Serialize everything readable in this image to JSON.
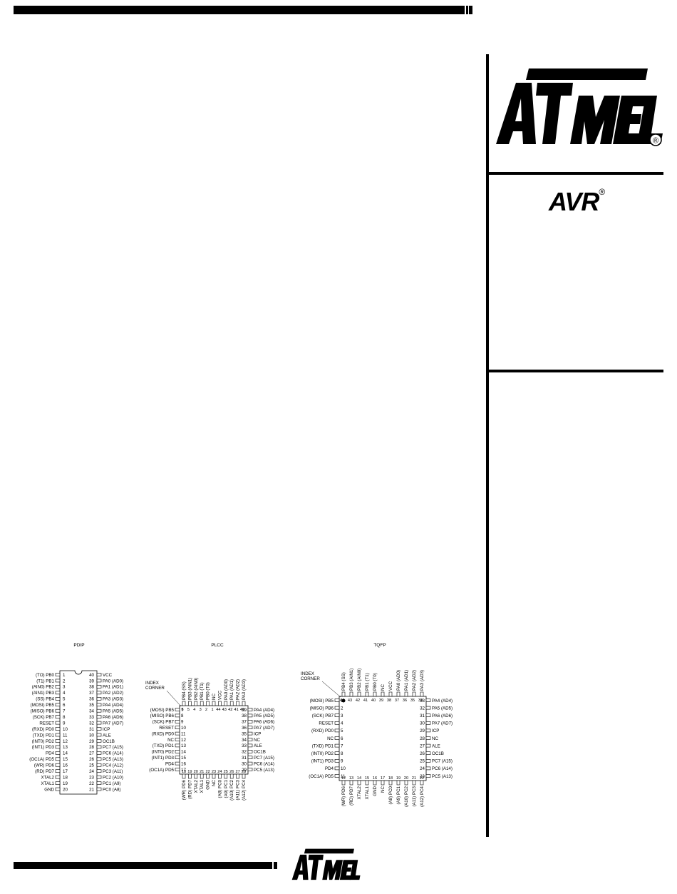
{
  "brand": {
    "logo": "ATMEL",
    "registered": "®",
    "product_logo": "AVR",
    "product_registered": "®"
  },
  "packages": {
    "pdip": {
      "title": "PDIP",
      "left_pins": [
        {
          "num": "1",
          "name": "(TO) PB0"
        },
        {
          "num": "2",
          "name": "(T1) PB1"
        },
        {
          "num": "3",
          "name": "(AIN0) PB2"
        },
        {
          "num": "4",
          "name": "(AIN1) PB3"
        },
        {
          "num": "5",
          "name": "(SS) PB4"
        },
        {
          "num": "6",
          "name": "(MOSI) PB5"
        },
        {
          "num": "7",
          "name": "(MISO) PB6"
        },
        {
          "num": "8",
          "name": "(SCK) PB7"
        },
        {
          "num": "9",
          "name": "RESET"
        },
        {
          "num": "10",
          "name": "(RXD) PD0"
        },
        {
          "num": "11",
          "name": "(TXD) PD1"
        },
        {
          "num": "12",
          "name": "(INT0) PD2"
        },
        {
          "num": "13",
          "name": "(INT1) PD3"
        },
        {
          "num": "14",
          "name": "PD4"
        },
        {
          "num": "15",
          "name": "(OC1A) PD5"
        },
        {
          "num": "16",
          "name": "(WR) PD6"
        },
        {
          "num": "17",
          "name": "(RD) PD7"
        },
        {
          "num": "18",
          "name": "XTAL2"
        },
        {
          "num": "19",
          "name": "XTAL1"
        },
        {
          "num": "20",
          "name": "GND"
        }
      ],
      "right_pins": [
        {
          "num": "40",
          "name": "VCC"
        },
        {
          "num": "39",
          "name": "PA0 (AD0)"
        },
        {
          "num": "38",
          "name": "PA1 (AD1)"
        },
        {
          "num": "37",
          "name": "PA2 (AD2)"
        },
        {
          "num": "36",
          "name": "PA3 (AD3)"
        },
        {
          "num": "35",
          "name": "PA4 (AD4)"
        },
        {
          "num": "34",
          "name": "PA5 (AD5)"
        },
        {
          "num": "33",
          "name": "PA6 (AD6)"
        },
        {
          "num": "32",
          "name": "PA7 (AD7)"
        },
        {
          "num": "31",
          "name": "ICP"
        },
        {
          "num": "30",
          "name": "ALE"
        },
        {
          "num": "29",
          "name": "OC1B"
        },
        {
          "num": "28",
          "name": "PC7 (A15)"
        },
        {
          "num": "27",
          "name": "PC6 (A14)"
        },
        {
          "num": "26",
          "name": "PC5 (A13)"
        },
        {
          "num": "25",
          "name": "PC4 (A12)"
        },
        {
          "num": "24",
          "name": "PC3 (A11)"
        },
        {
          "num": "23",
          "name": "PC2 (A10)"
        },
        {
          "num": "22",
          "name": "PC1 (A9)"
        },
        {
          "num": "21",
          "name": "PC0 (A8)"
        }
      ]
    },
    "plcc": {
      "title": "PLCC",
      "index_label_1": "INDEX",
      "index_label_2": "CORNER",
      "left_pins": [
        {
          "num": "7",
          "name": "(MOSI) PB5"
        },
        {
          "num": "8",
          "name": "(MISO) PB6"
        },
        {
          "num": "9",
          "name": "(SCK) PB7"
        },
        {
          "num": "10",
          "name": "RESET"
        },
        {
          "num": "11",
          "name": "(RXD) PD0"
        },
        {
          "num": "12",
          "name": "NC"
        },
        {
          "num": "13",
          "name": "(TXD) PD1"
        },
        {
          "num": "14",
          "name": "(INT0) PD2"
        },
        {
          "num": "15",
          "name": "(INT1) PD3"
        },
        {
          "num": "16",
          "name": "PD4"
        },
        {
          "num": "17",
          "name": "(OC1A) PD5"
        }
      ],
      "right_pins": [
        {
          "num": "39",
          "name": "PA4 (AD4)"
        },
        {
          "num": "38",
          "name": "PA5 (AD5)"
        },
        {
          "num": "37",
          "name": "PA6 (AD6)"
        },
        {
          "num": "36",
          "name": "PA7 (AD7)"
        },
        {
          "num": "35",
          "name": "ICP"
        },
        {
          "num": "34",
          "name": "NC"
        },
        {
          "num": "33",
          "name": "ALE"
        },
        {
          "num": "32",
          "name": "OC1B"
        },
        {
          "num": "31",
          "name": "PC7 (A15)"
        },
        {
          "num": "30",
          "name": "PC6 (A14)"
        },
        {
          "num": "29",
          "name": "PC5 (A13)"
        }
      ],
      "top_pins": [
        {
          "num": "6",
          "name": "PB4 (SS)"
        },
        {
          "num": "5",
          "name": "PB3 (AIN1)"
        },
        {
          "num": "4",
          "name": "PB2 (AIN0)"
        },
        {
          "num": "3",
          "name": "PB1 (T1)"
        },
        {
          "num": "2",
          "name": "PB0 (T0)"
        },
        {
          "num": "1",
          "name": "NC"
        },
        {
          "num": "44",
          "name": "VCC"
        },
        {
          "num": "43",
          "name": "PA0 (AD0)"
        },
        {
          "num": "42",
          "name": "PA1 (AD1)"
        },
        {
          "num": "41",
          "name": "PA2 (AD2)"
        },
        {
          "num": "40",
          "name": "PA3 (AD3)"
        }
      ],
      "bottom_pins": [
        {
          "num": "18",
          "name": "(WR) PD6"
        },
        {
          "num": "19",
          "name": "(RD) PD7"
        },
        {
          "num": "20",
          "name": "XTAL2"
        },
        {
          "num": "21",
          "name": "XTAL1"
        },
        {
          "num": "22",
          "name": "GND"
        },
        {
          "num": "23",
          "name": "NC"
        },
        {
          "num": "24",
          "name": "(A8) PC0"
        },
        {
          "num": "25",
          "name": "(A9) PC1"
        },
        {
          "num": "26",
          "name": "(A10) PC2"
        },
        {
          "num": "27",
          "name": "(A11) PC3"
        },
        {
          "num": "28",
          "name": "(A12) PC4"
        }
      ]
    },
    "tqfp": {
      "title": "TQFP",
      "index_label_1": "INDEX",
      "index_label_2": "CORNER",
      "left_pins": [
        {
          "num": "1",
          "name": "(MOSI) PB5"
        },
        {
          "num": "2",
          "name": "(MISO) PB6"
        },
        {
          "num": "3",
          "name": "(SCK) PB7"
        },
        {
          "num": "4",
          "name": "RESET"
        },
        {
          "num": "5",
          "name": "(RXD) PD0"
        },
        {
          "num": "6",
          "name": "NC"
        },
        {
          "num": "7",
          "name": "(TXD) PD1"
        },
        {
          "num": "8",
          "name": "(INT0) PD2"
        },
        {
          "num": "9",
          "name": "(INT1) PD3"
        },
        {
          "num": "10",
          "name": "PD4"
        },
        {
          "num": "11",
          "name": "(OC1A) PD5"
        }
      ],
      "right_pins": [
        {
          "num": "33",
          "name": "PA4 (AD4)"
        },
        {
          "num": "32",
          "name": "PA5 (AD5)"
        },
        {
          "num": "31",
          "name": "PA6 (AD6)"
        },
        {
          "num": "30",
          "name": "PA7 (AD7)"
        },
        {
          "num": "29",
          "name": "ICP"
        },
        {
          "num": "28",
          "name": "NC"
        },
        {
          "num": "27",
          "name": "ALE"
        },
        {
          "num": "26",
          "name": "OC1B"
        },
        {
          "num": "25",
          "name": "PC7 (A15)"
        },
        {
          "num": "24",
          "name": "PC6 (A14)"
        },
        {
          "num": "23",
          "name": "PC5 (A13)"
        }
      ],
      "top_pins": [
        {
          "num": "44",
          "name": "PB4 (SS)"
        },
        {
          "num": "43",
          "name": "PB3 (AIN1)"
        },
        {
          "num": "42",
          "name": "PB2 (AIN0)"
        },
        {
          "num": "41",
          "name": "PB1 (T1)"
        },
        {
          "num": "40",
          "name": "PB0 (T0)"
        },
        {
          "num": "39",
          "name": "NC"
        },
        {
          "num": "38",
          "name": "VCC"
        },
        {
          "num": "37",
          "name": "PA0 (AD0)"
        },
        {
          "num": "36",
          "name": "PA1 (AD1)"
        },
        {
          "num": "35",
          "name": "PA2 (AD2)"
        },
        {
          "num": "34",
          "name": "PA3 (AD3)"
        }
      ],
      "bottom_pins": [
        {
          "num": "12",
          "name": "(WR) PD6"
        },
        {
          "num": "13",
          "name": "(RD) PD7"
        },
        {
          "num": "14",
          "name": "XTAL2"
        },
        {
          "num": "15",
          "name": "XTAL1"
        },
        {
          "num": "16",
          "name": "GND"
        },
        {
          "num": "17",
          "name": "NC"
        },
        {
          "num": "18",
          "name": "(A8) PC0"
        },
        {
          "num": "19",
          "name": "(A9) PC1"
        },
        {
          "num": "20",
          "name": "(A10) PC2"
        },
        {
          "num": "21",
          "name": "(A11) PC3"
        },
        {
          "num": "22",
          "name": "(A12) PC4"
        }
      ]
    }
  }
}
